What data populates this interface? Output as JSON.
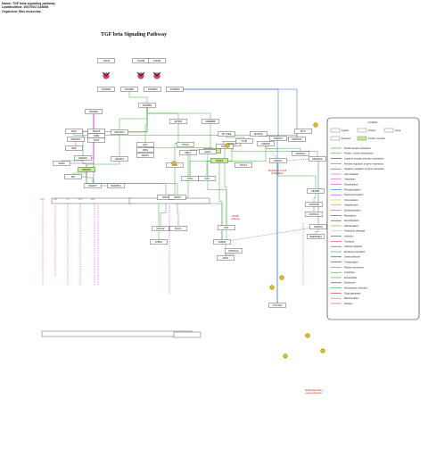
{
  "header": {
    "line1": "Name: TGF beta signaling pathway",
    "line2": "LastModified: 20070517145858",
    "line3": "Organism: Mus musculus"
  },
  "title": "TGF beta Signaling Pathway",
  "colors": {
    "activation": "#2ca02c",
    "inhibition": "#2060d0",
    "phospho": "#cc33cc",
    "cyan": "#33aacc",
    "receptor_ligand": "#e8357e",
    "gold": "#e0c000",
    "highlight_box": "#c6f08a"
  },
  "nodes": [
    {
      "id": "tgfb_l1",
      "label": "TGFB"
    },
    {
      "id": "tgfb_l2",
      "label": "TGFB1"
    },
    {
      "id": "tgfb_l3",
      "label": "TGFB1"
    },
    {
      "id": "tgfbr2a",
      "label": "TGFBR2"
    },
    {
      "id": "tgfbr1a",
      "label": "TGFBR1"
    },
    {
      "id": "tgfbr3",
      "label": "TGFBR3"
    },
    {
      "id": "tgfbr2b",
      "label": "TGFBR2"
    },
    {
      "id": "tgfbr1b",
      "label": "TGFBR1"
    },
    {
      "id": "tgfbr1c",
      "label": "TGFBR1"
    },
    {
      "id": "traf6",
      "label": "TRAF6"
    },
    {
      "id": "tab1",
      "label": "TAB1"
    },
    {
      "id": "tak1",
      "label": "TAK1"
    },
    {
      "id": "ras",
      "label": "RAS"
    },
    {
      "id": "map3k7a",
      "label": "MAP3K7"
    },
    {
      "id": "map3k7b",
      "label": "MAP3K7"
    },
    {
      "id": "akt",
      "label": "AKT"
    },
    {
      "id": "pik3",
      "label": "PIK3"
    },
    {
      "id": "rhoa",
      "label": "RHOA"
    },
    {
      "id": "pp2a",
      "label": "PP2A"
    },
    {
      "id": "smad2",
      "label": "SMAD2"
    },
    {
      "id": "smad3",
      "label": "SMAD3"
    },
    {
      "id": "smad4",
      "label": "SMAD4"
    },
    {
      "id": "smad7",
      "label": "SMAD7"
    },
    {
      "id": "smurf1",
      "label": "SMURF1"
    },
    {
      "id": "sara",
      "label": "SARA"
    },
    {
      "id": "ski",
      "label": "SKI"
    },
    {
      "id": "skil",
      "label": "SKIL"
    },
    {
      "id": "ep300",
      "label": "EP300"
    },
    {
      "id": "crebbp",
      "label": "CREBBP"
    },
    {
      "id": "fos",
      "label": "FOS"
    },
    {
      "id": "jun",
      "label": "JUN"
    },
    {
      "id": "atf2",
      "label": "ATF2"
    },
    {
      "id": "mapk14",
      "label": "MAPK14"
    },
    {
      "id": "mapk8",
      "label": "MAPK8"
    },
    {
      "id": "mapk3",
      "label": "MAPK3"
    },
    {
      "id": "mapk1",
      "label": "MAPK1"
    },
    {
      "id": "map2k1",
      "label": "MAP2K1"
    },
    {
      "id": "map2k4",
      "label": "MAP2K4"
    },
    {
      "id": "map2k6",
      "label": "MAP2K6"
    },
    {
      "id": "nfkb",
      "label": "NFKB1"
    },
    {
      "id": "myc",
      "label": "MYC"
    },
    {
      "id": "cdkn2b",
      "label": "CDKN2B"
    },
    {
      "id": "cdkn1a",
      "label": "CDKN1A"
    },
    {
      "id": "runx2",
      "label": "RUNX2"
    },
    {
      "id": "tgif",
      "label": "TGIF"
    },
    {
      "id": "zfyve9",
      "label": "ZFYVE9"
    },
    {
      "id": "stat1",
      "label": "STAT1"
    },
    {
      "id": "stat3",
      "label": "STAT3"
    },
    {
      "id": "tsc22",
      "label": "TSC22"
    },
    {
      "id": "foxo",
      "label": "FOXO"
    },
    {
      "id": "e2f4",
      "label": "E2F4"
    },
    {
      "id": "rbl1",
      "label": "RBL1"
    },
    {
      "id": "hras",
      "label": "HRAS"
    },
    {
      "id": "kras",
      "label": "KRAS"
    },
    {
      "id": "cdc42",
      "label": "CDC42"
    },
    {
      "id": "rac1",
      "label": "RAC1"
    },
    {
      "id": "ltbp1",
      "label": "LTBP1"
    },
    {
      "id": "thbs1",
      "label": "THBS1"
    },
    {
      "id": "fst",
      "label": "FST"
    },
    {
      "id": "nog",
      "label": "NOG"
    },
    {
      "id": "ppp2ca",
      "label": "PPP2CA"
    },
    {
      "id": "mapk9",
      "label": "MAPK9"
    },
    {
      "id": "serpine1",
      "label": "SERPINE1"
    },
    {
      "id": "col1a2",
      "label": "COL1A2"
    }
  ],
  "notes": [
    {
      "id": "n1",
      "text": "Regulation of Cell\nproliferation"
    },
    {
      "id": "n2",
      "text": "NF-kB\npathway"
    },
    {
      "id": "n3",
      "text": "ECM-dependent\ngene expression"
    }
  ],
  "legend": {
    "title": "LEGEND",
    "items": [
      {
        "label": "Ligand"
      },
      {
        "label": "Protein"
      },
      {
        "label": "Gene"
      },
      {
        "label": "Receptor"
      },
      {
        "label": "Protein Complex"
      },
      {
        "label": "Protein-protein interaction"
      },
      {
        "label": "Protein - protein dissociation"
      },
      {
        "label": "Leads to through unknown mechanism"
      },
      {
        "label": "Positive regulation of gene expression"
      },
      {
        "label": "Negative regulation of gene expression"
      },
      {
        "label": "Auto catalysis"
      },
      {
        "label": "Acetylation"
      },
      {
        "label": "Deacetylation"
      },
      {
        "label": "Phosphorylation"
      },
      {
        "label": "Dephosphorylation"
      },
      {
        "label": "Glycosylation"
      },
      {
        "label": "Ubiquitination"
      },
      {
        "label": "Deubiquitination"
      },
      {
        "label": "Methylation"
      },
      {
        "label": "Demethylation"
      },
      {
        "label": "Palmitoylation"
      },
      {
        "label": "Proteolytic cleavage"
      },
      {
        "label": "Inhibition"
      },
      {
        "label": "Transport"
      },
      {
        "label": "Induced catalysis"
      },
      {
        "label": "Enhanced activation"
      },
      {
        "label": "Small molecule"
      },
      {
        "label": "Translocation"
      },
      {
        "label": "Plasma membrane"
      },
      {
        "label": "Cytoplasm"
      },
      {
        "label": "Extracellular"
      },
      {
        "label": "Endosome"
      },
      {
        "label": "Endoplasmic reticulum"
      },
      {
        "label": "Golgi apparatus"
      },
      {
        "label": "Mitochondrion"
      },
      {
        "label": "Nucleus"
      }
    ]
  },
  "compartment_tags": [
    "EX",
    "PM",
    "CY",
    "NU",
    "EN"
  ]
}
